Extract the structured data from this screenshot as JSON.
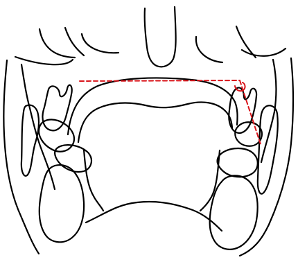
{
  "figure": {
    "line_color": "#000000",
    "measurement_color": "#d9141a",
    "background": "#ffffff"
  },
  "structures": {
    "skull_outline": "skull-outline",
    "left_teeth": "left-teeth",
    "right_teeth": "right-teeth",
    "left_condyle": "left-condyle",
    "right_condyle": "right-condyle"
  },
  "measurement": {
    "style": "dashed",
    "includes_angle_arc": true
  }
}
